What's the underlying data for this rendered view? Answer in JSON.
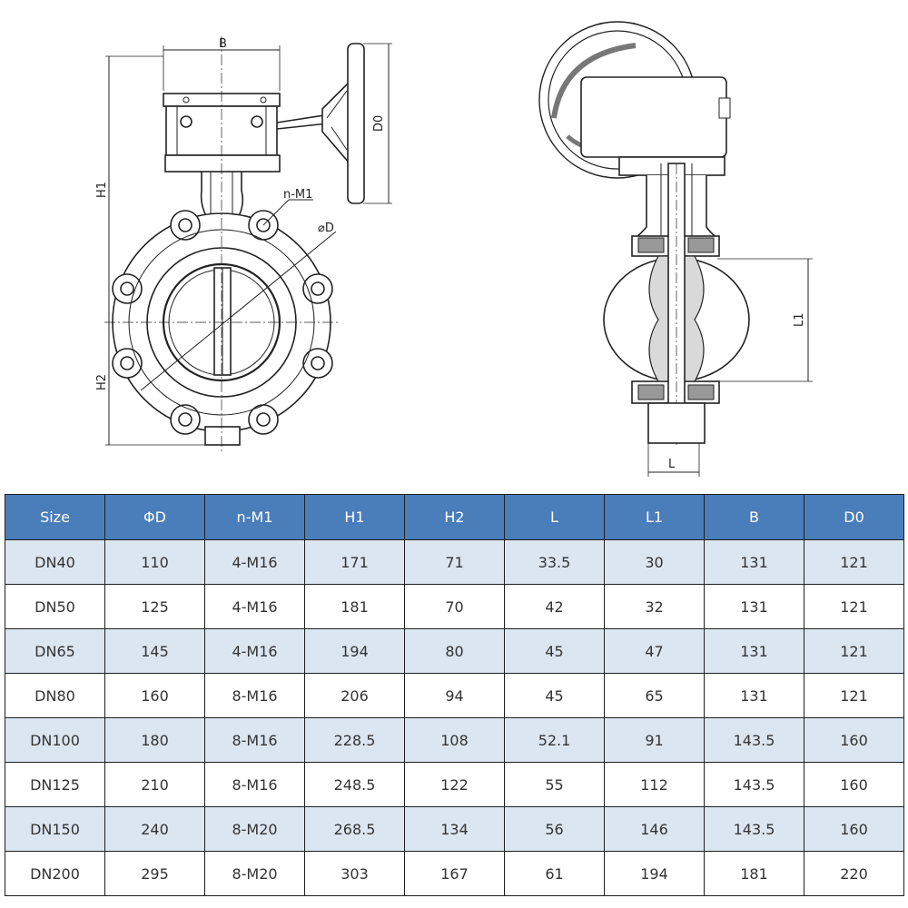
{
  "drawing": {
    "dimension_labels": {
      "B": "B",
      "D0": "D0",
      "H1": "H1",
      "H2": "H2",
      "nM1": "n-M1",
      "phiD": "⌀D",
      "L": "L",
      "L1": "L1"
    }
  },
  "table": {
    "headers": [
      "Size",
      "ΦD",
      "n-M1",
      "H1",
      "H2",
      "L",
      "L1",
      "B",
      "D0"
    ],
    "rows": [
      [
        "DN40",
        "110",
        "4-M16",
        "171",
        "71",
        "33.5",
        "30",
        "131",
        "121"
      ],
      [
        "DN50",
        "125",
        "4-M16",
        "181",
        "70",
        "42",
        "32",
        "131",
        "121"
      ],
      [
        "DN65",
        "145",
        "4-M16",
        "194",
        "80",
        "45",
        "47",
        "131",
        "121"
      ],
      [
        "DN80",
        "160",
        "8-M16",
        "206",
        "94",
        "45",
        "65",
        "131",
        "121"
      ],
      [
        "DN100",
        "180",
        "8-M16",
        "228.5",
        "108",
        "52.1",
        "91",
        "143.5",
        "160"
      ],
      [
        "DN125",
        "210",
        "8-M16",
        "248.5",
        "122",
        "55",
        "112",
        "143.5",
        "160"
      ],
      [
        "DN150",
        "240",
        "8-M20",
        "268.5",
        "134",
        "56",
        "146",
        "143.5",
        "160"
      ],
      [
        "DN200",
        "295",
        "8-M20",
        "303",
        "167",
        "61",
        "194",
        "181",
        "220"
      ]
    ]
  }
}
